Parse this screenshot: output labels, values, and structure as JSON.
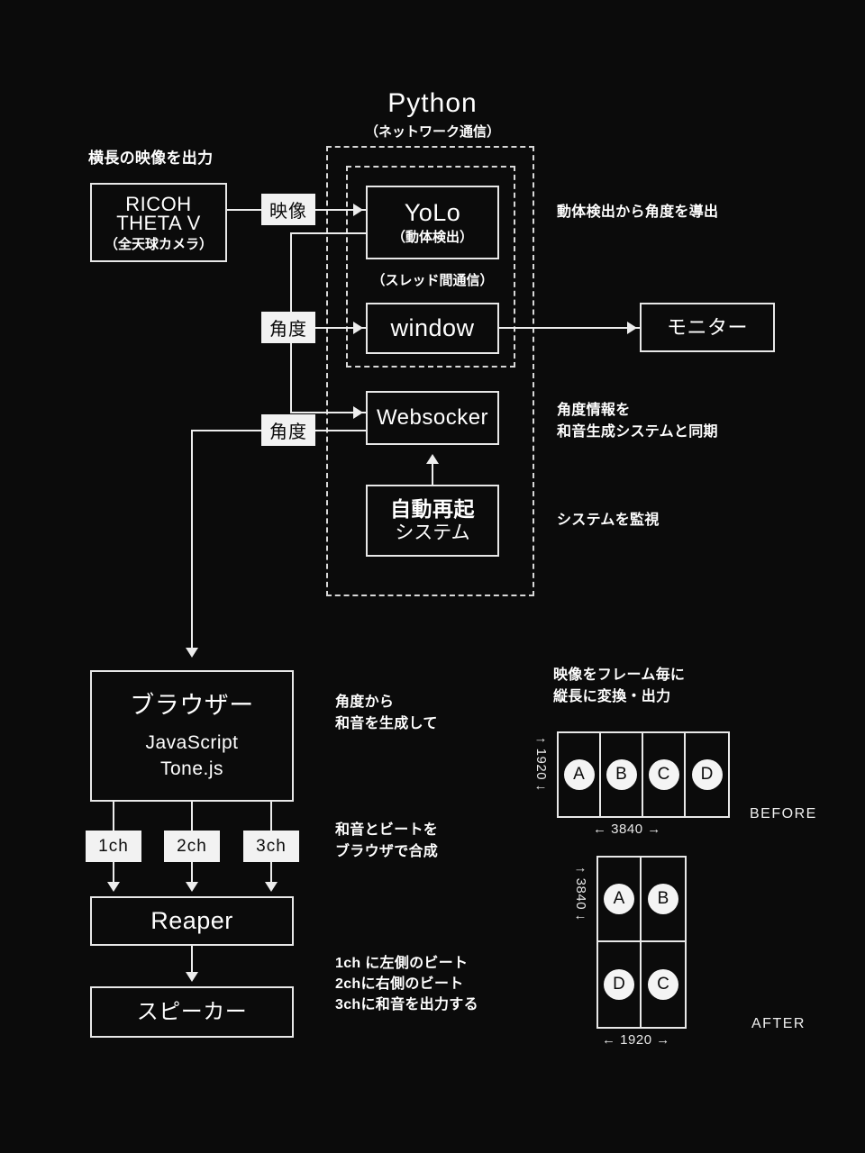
{
  "diagram": {
    "python_group": {
      "title": "Python",
      "subtitle": "（ネットワーク通信）",
      "thread_label": "（スレッド間通信）"
    },
    "top_left_note": "横長の映像を出力",
    "boxes": {
      "camera": {
        "line1": "RICOH",
        "line2": "THETA V",
        "line3": "（全天球カメラ）"
      },
      "yolo": {
        "line1": "YoLo",
        "line2": "（動体検出）"
      },
      "window": {
        "line1": "window"
      },
      "monitor": {
        "line1": "モニター"
      },
      "websocker": {
        "line1": "Websocker"
      },
      "autorestart": {
        "line1": "自動再起",
        "line2": "システム"
      },
      "browser": {
        "line1": "ブラウザー",
        "line2": "JavaScript",
        "line3": "Tone.js"
      },
      "reaper": {
        "line1": "Reaper"
      },
      "speaker": {
        "line1": "スピーカー"
      }
    },
    "wire_labels": {
      "video": "映像",
      "angle_window": "角度",
      "angle_websocker": "角度",
      "ch1": "1ch",
      "ch2": "2ch",
      "ch3": "3ch"
    },
    "notes": {
      "yolo_note": "動体検出から角度を導出",
      "websocker_note": "角度情報を\n和音生成システムと同期",
      "autorestart_note": "システムを監視",
      "browser_note": "角度から\n和音を生成して",
      "channels_note": "和音とビートを\nブラウザで合成",
      "output_note": "1ch に左側のビート\n2chに右側のビート\n3chに和音を出力する",
      "frames_note": "映像をフレーム毎に\n縦長に変換・出力"
    }
  },
  "chart_data": [
    {
      "type": "table",
      "title": "BEFORE",
      "label": "BEFORE",
      "layout": "1x4",
      "columns": 4,
      "rows": 1,
      "cells": [
        "A",
        "B",
        "C",
        "D"
      ],
      "width_dim": "3840",
      "height_dim": "1920",
      "width_arrow": "←   3840   →",
      "height_arrow": "↑ 1920 ↓"
    },
    {
      "type": "table",
      "title": "AFTER",
      "label": "AFTER",
      "layout": "2x2",
      "columns": 2,
      "rows": 2,
      "cells": [
        "A",
        "B",
        "D",
        "C"
      ],
      "width_dim": "1920",
      "height_dim": "3840",
      "width_arrow": "←   1920   →",
      "height_arrow": "↑ 3840 ↓"
    }
  ],
  "colors": {
    "background": "#0b0b0b",
    "stroke": "#e8e8e8",
    "chip_bg": "#f2f2f2",
    "text": "#ffffff"
  }
}
